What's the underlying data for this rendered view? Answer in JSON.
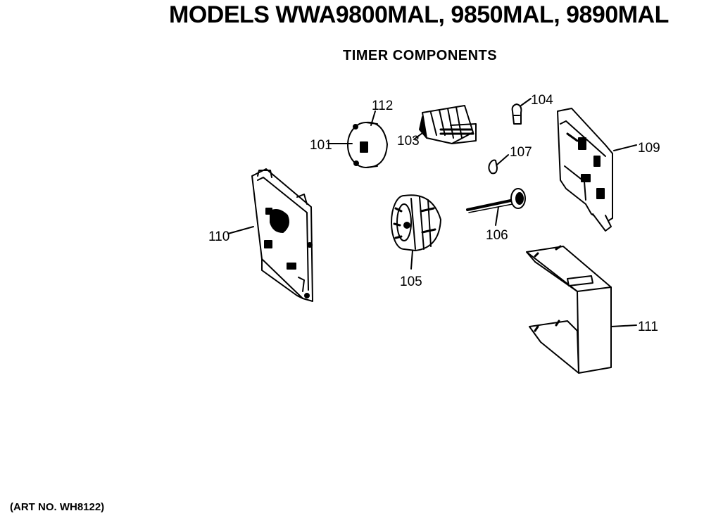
{
  "header": {
    "title": "MODELS WWA9800MAL, 9850MAL, 9890MAL",
    "subtitle": "TIMER COMPONENTS"
  },
  "footer": {
    "art_number": "(ART NO. WH8122)"
  },
  "parts": {
    "p101": "101",
    "p103": "103",
    "p104": "104",
    "p105": "105",
    "p106": "106",
    "p107": "107",
    "p109": "109",
    "p110": "110",
    "p111": "111",
    "p112": "112"
  }
}
